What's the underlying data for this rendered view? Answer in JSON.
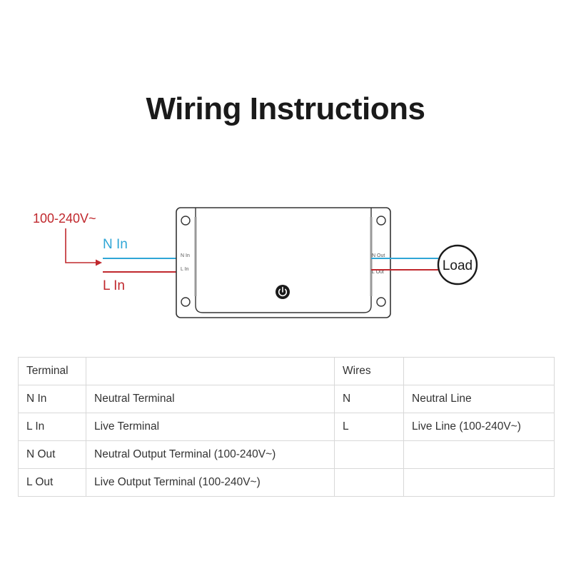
{
  "title": "Wiring Instructions",
  "diagram": {
    "supply_label": "100-240V~",
    "n_in_label": "N In",
    "l_in_label": "L In",
    "n_in_terminal": "N In",
    "l_in_terminal": "L In",
    "n_out_terminal": "N Out",
    "l_out_terminal": "L Out",
    "load_label": "Load",
    "icons": [
      "power-button-icon",
      "load-circle",
      "mounting-hole"
    ],
    "colors": {
      "neutral": "#2fa6d6",
      "live": "#c0282d",
      "supply": "#c0282d",
      "device": "#333333"
    }
  },
  "table": {
    "rows": [
      [
        "Terminal",
        "",
        "Wires",
        ""
      ],
      [
        "N In",
        "Neutral Terminal",
        "N",
        "Neutral Line"
      ],
      [
        "L In",
        "Live Terminal",
        "L",
        "Live Line (100-240V~)"
      ],
      [
        "N Out",
        "Neutral Output Terminal (100-240V~)",
        "",
        ""
      ],
      [
        "L Out",
        "Live Output Terminal (100-240V~)",
        "",
        ""
      ]
    ]
  }
}
